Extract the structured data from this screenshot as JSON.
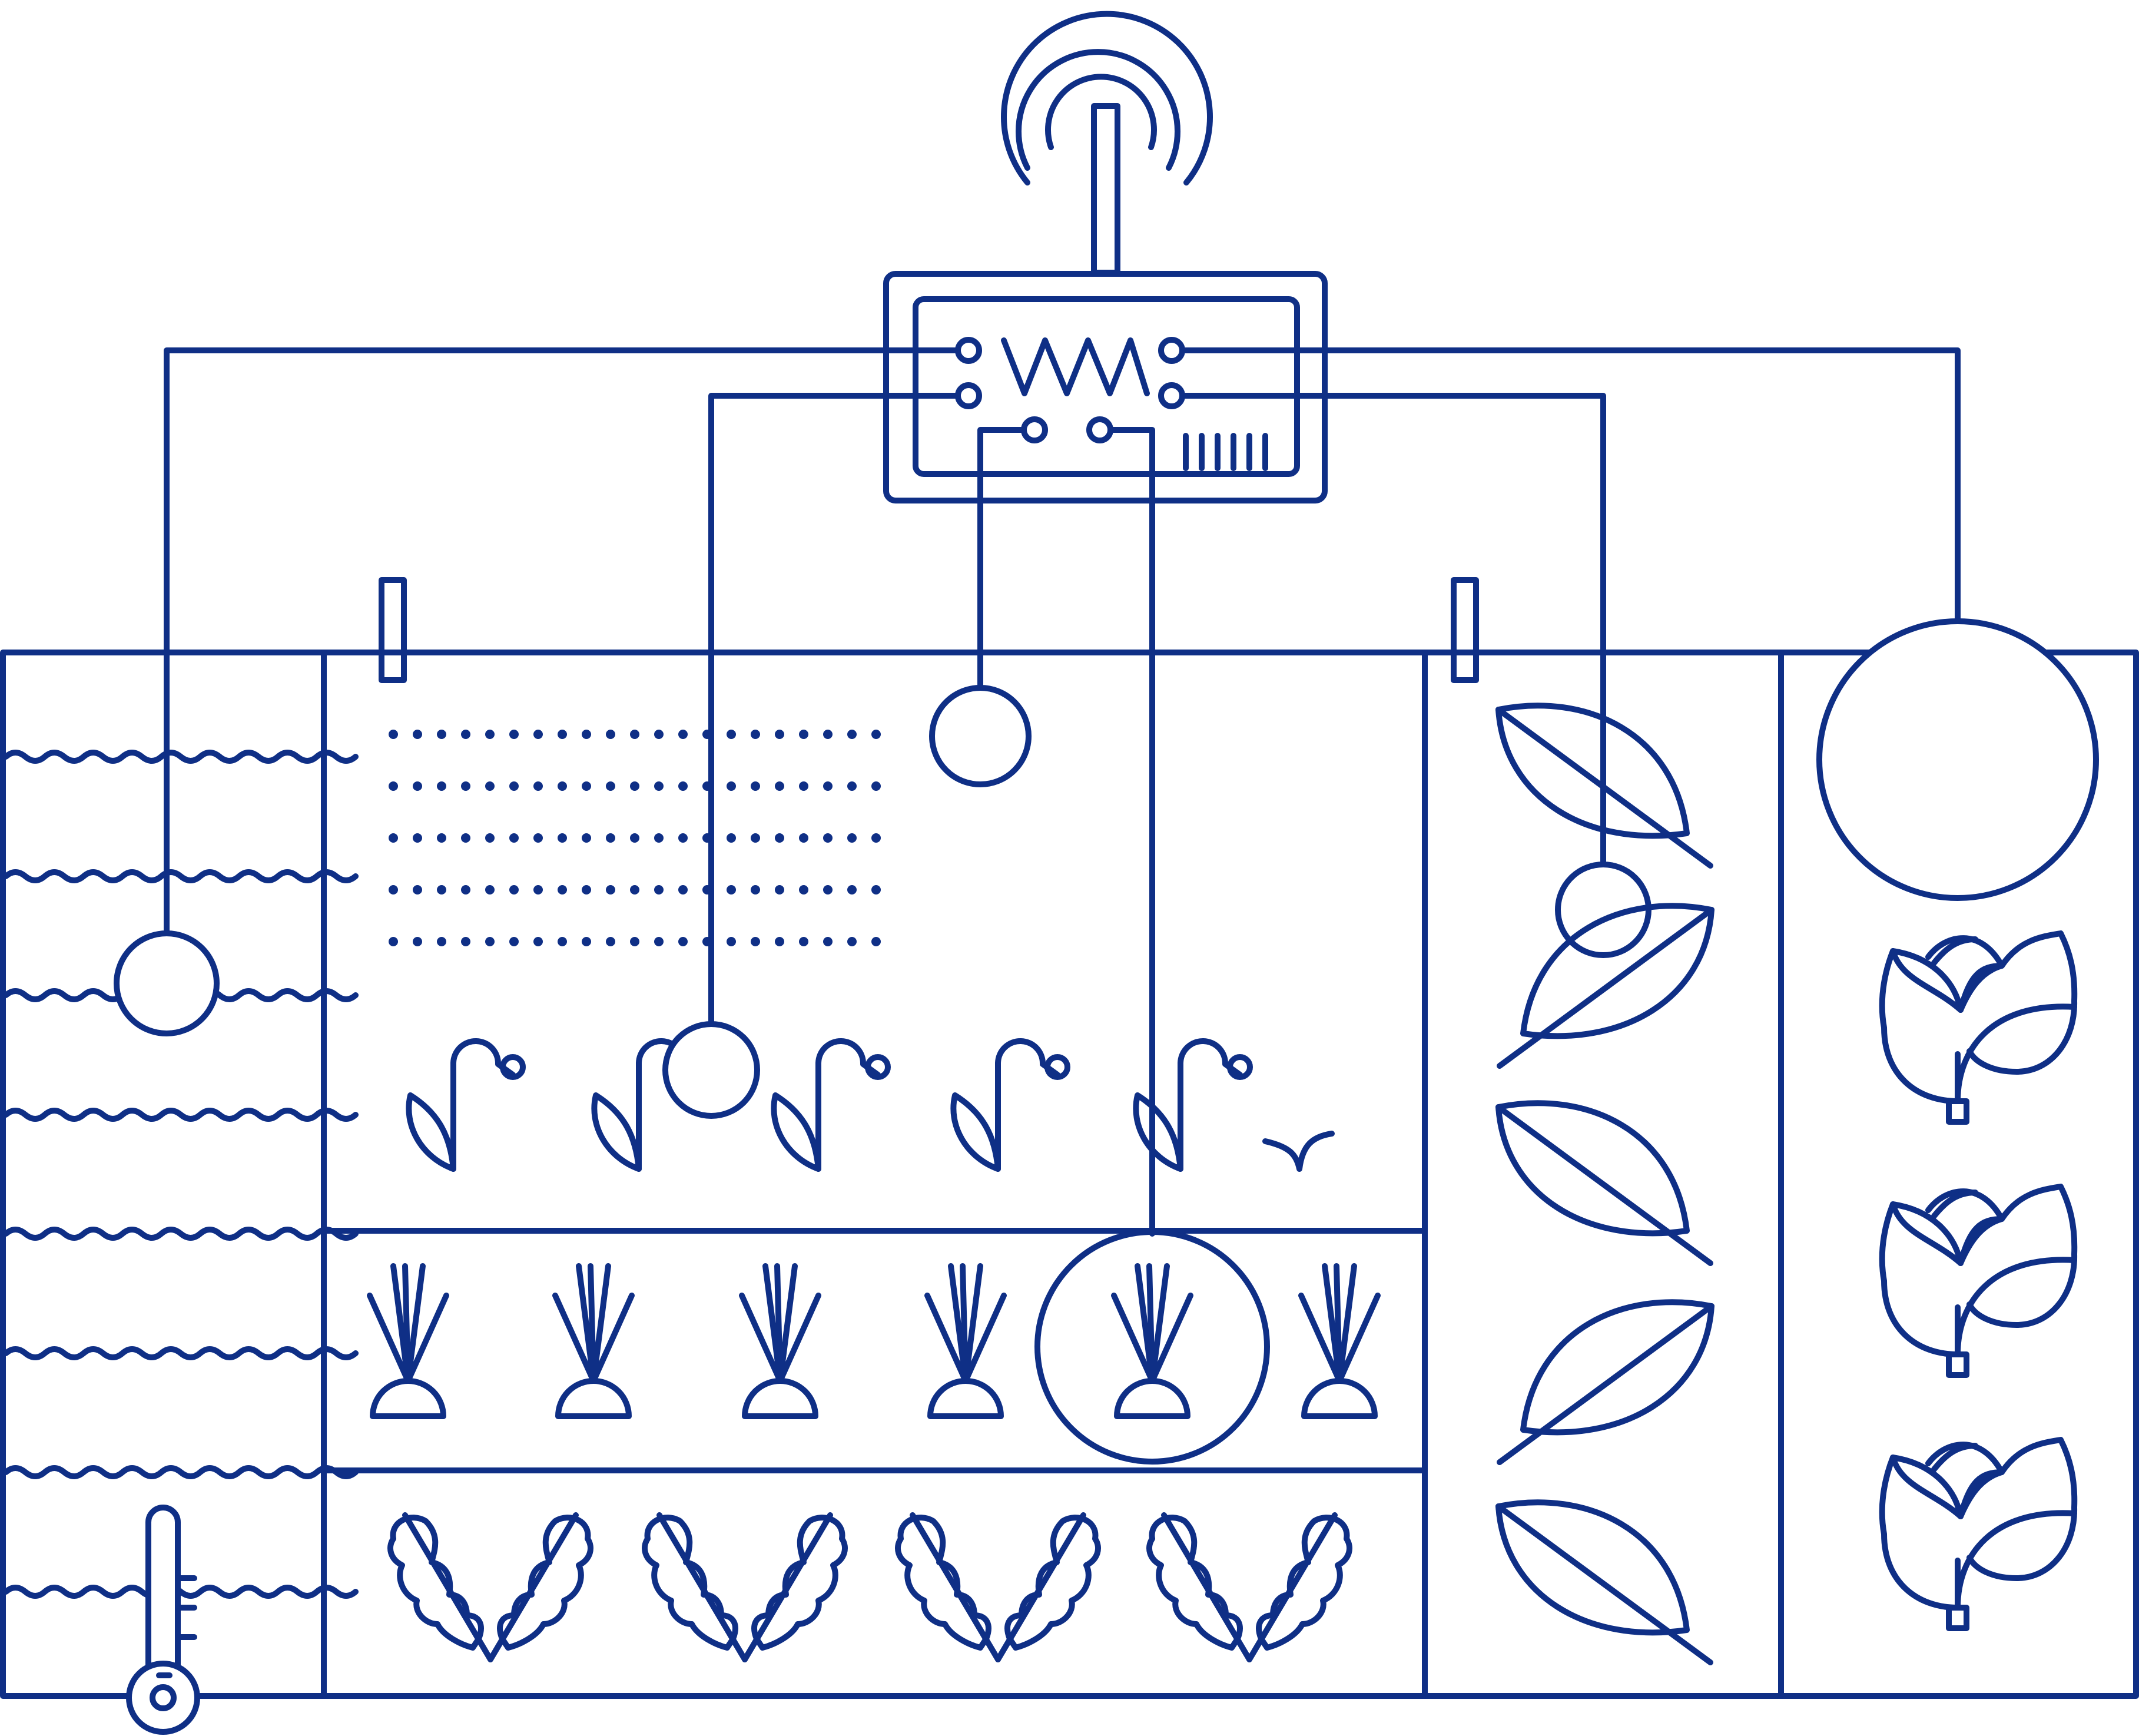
{
  "colors": {
    "stroke": "#0f2f86",
    "background": "#ffffff"
  },
  "diagram": {
    "hub": {
      "icon": "controller-box-icon",
      "antenna": "signal-antenna-icon"
    },
    "zones": [
      {
        "name": "water-tank",
        "icon": "water-wave-icon"
      },
      {
        "name": "seed-bed",
        "icon": "seed-dots-icon"
      },
      {
        "name": "sprout-row",
        "icon": "sprout-icon"
      },
      {
        "name": "root-row",
        "icon": "beet-icon"
      },
      {
        "name": "herb-row",
        "icon": "herb-leaf-icon"
      },
      {
        "name": "leaf-column",
        "icon": "leaf-icon"
      },
      {
        "name": "cabbage-column",
        "icon": "cabbage-icon"
      }
    ],
    "sensors": [
      "water-sensor",
      "seed-sensor",
      "sprout-sensor",
      "root-sensor",
      "leaf-sensor",
      "cabbage-sensor"
    ],
    "thermometer": {
      "icon": "thermometer-icon"
    }
  }
}
